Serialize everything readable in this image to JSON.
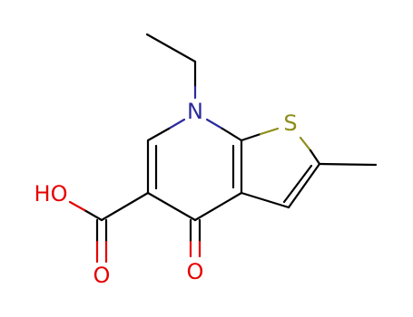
{
  "molecule": {
    "atoms": {
      "n1": {
        "symbol": "N"
      },
      "s1": {
        "symbol": "S"
      },
      "o_ketone": {
        "symbol": "O"
      },
      "o_carbonyl": {
        "symbol": "O"
      },
      "o_hydroxyl": {
        "symbol": "HO"
      }
    }
  },
  "colors": {
    "bond": "#000000",
    "nitrogen": "#2b2b9c",
    "sulfur": "#8c8c1a",
    "oxygen": "#e60000"
  }
}
